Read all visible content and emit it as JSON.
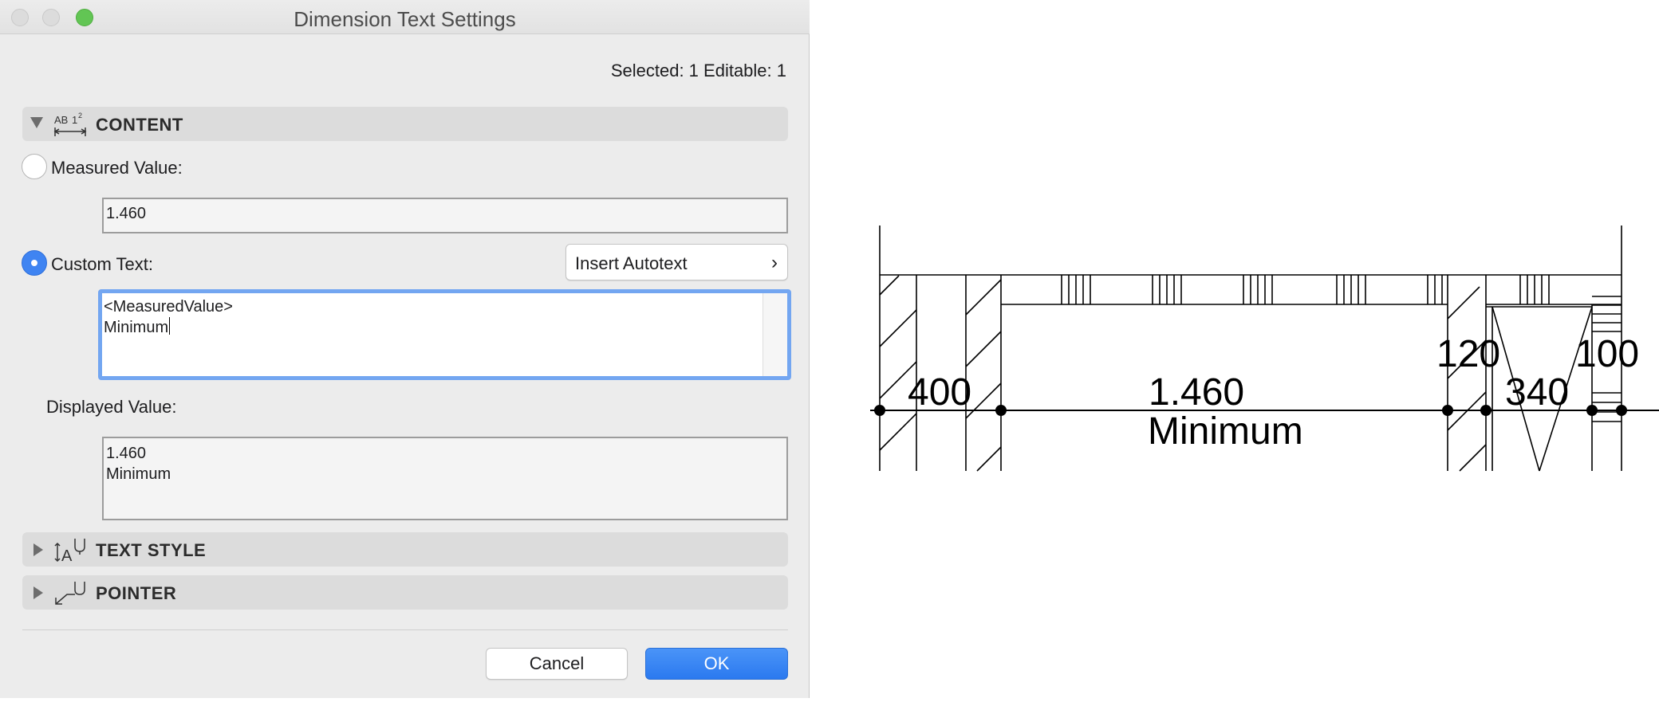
{
  "window": {
    "title": "Dimension Text Settings"
  },
  "selection_info": "Selected: 1 Editable: 1",
  "sections": {
    "content": {
      "label": "CONTENT",
      "icon": "dimension-ab-icon",
      "expanded": true
    },
    "text_style": {
      "label": "TEXT STYLE",
      "icon": "text-style-icon",
      "expanded": false
    },
    "pointer": {
      "label": "POINTER",
      "icon": "pointer-icon",
      "expanded": false
    }
  },
  "content": {
    "measured_value_label": "Measured Value:",
    "measured_value": "1.460",
    "custom_text_label": "Custom Text:",
    "custom_text_selected": true,
    "insert_autotext_label": "Insert Autotext",
    "custom_text_lines": [
      "<MeasuredValue>",
      "Minimum"
    ],
    "displayed_value_label": "Displayed Value:",
    "displayed_value_lines": [
      "1.460",
      "Minimum"
    ]
  },
  "buttons": {
    "cancel": "Cancel",
    "ok": "OK"
  },
  "colors": {
    "accent": "#3f84f2",
    "zoom_button": "#62c554"
  },
  "drawing": {
    "dimensions": [
      "400",
      "1.460",
      "Minimum",
      "120",
      "340",
      "100"
    ]
  }
}
